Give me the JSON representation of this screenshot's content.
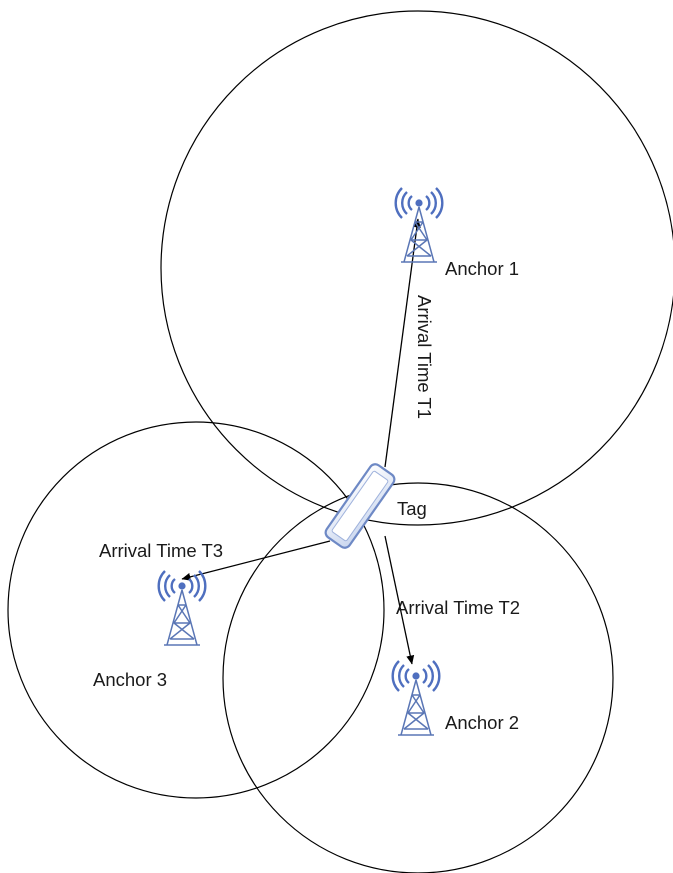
{
  "anchors": [
    {
      "label": "Anchor 1"
    },
    {
      "label": "Anchor 2"
    },
    {
      "label": "Anchor 3"
    }
  ],
  "tag": {
    "label": "Tag"
  },
  "signals": [
    {
      "label": "Arrival Time T1"
    },
    {
      "label": "Arrival Time T2"
    },
    {
      "label": "Arrival Time T3"
    }
  ],
  "icons": {
    "anchor": "radio-tower-icon",
    "tag": "tag-device-icon"
  },
  "colors": {
    "circle_stroke": "#000000",
    "arrow": "#000000",
    "tower_stroke": "#5a76b5",
    "tower_wave": "#4f6fbf",
    "tag_fill": "#dfe7f7",
    "tag_stroke": "#6e89c5"
  }
}
